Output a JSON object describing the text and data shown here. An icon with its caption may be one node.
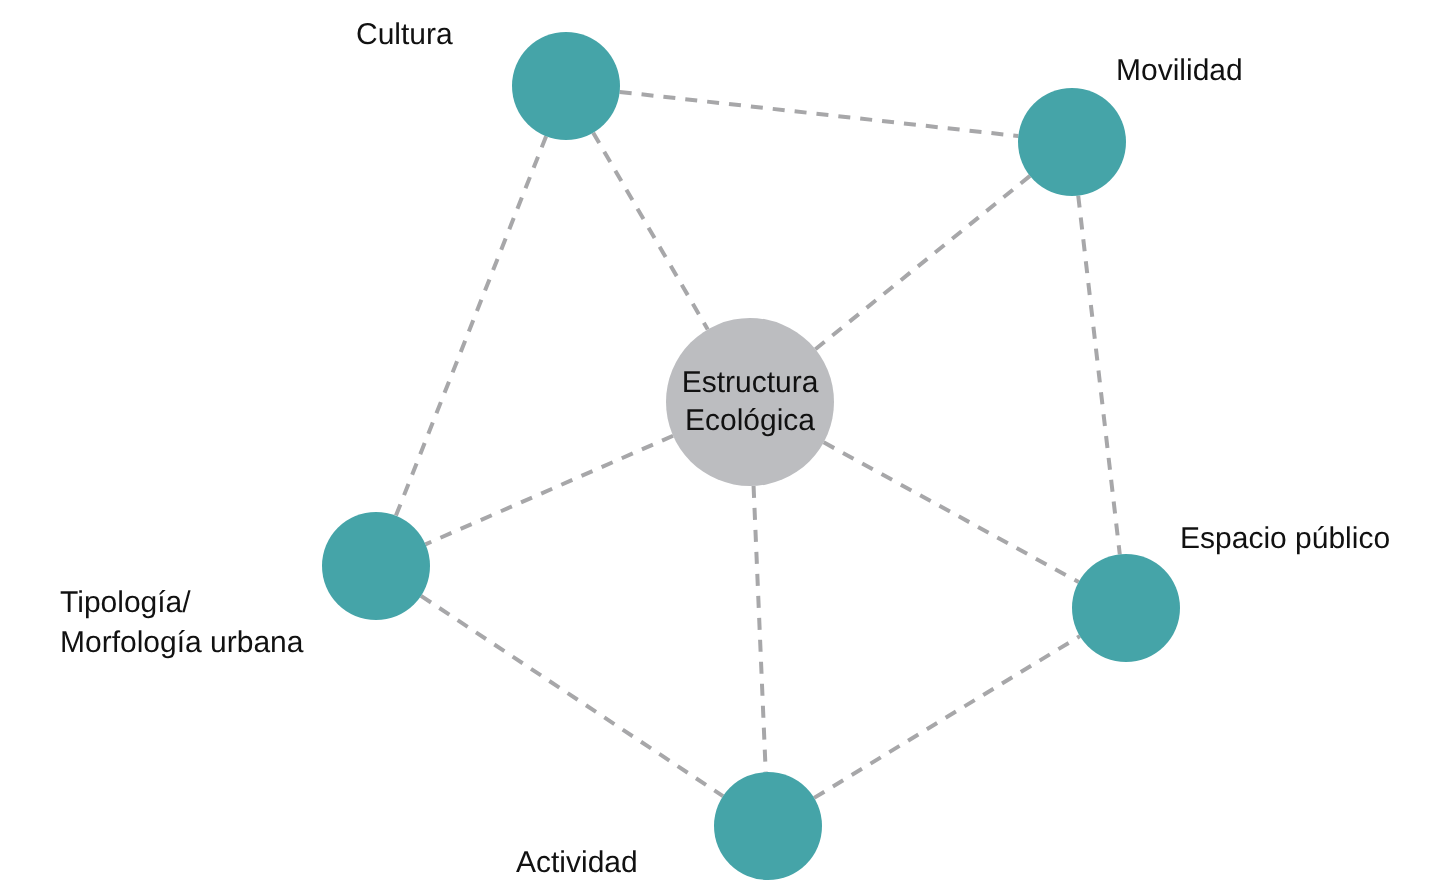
{
  "diagram": {
    "nodes": [
      {
        "text": [
          "Estructura Ecológica"
        ]
      },
      {
        "text": [],
        "shape": "circle",
        "beside": [
          "Cultura"
        ]
      },
      {
        "text": [],
        "shape": "circle",
        "beside": [
          "Movilidad"
        ]
      },
      {
        "text": [],
        "shape": "circle",
        "beside": [
          "Tipología/ Morfología urbana"
        ]
      },
      {
        "text": [],
        "shape": "circle",
        "beside": [
          "Espacio público"
        ]
      },
      {
        "text": [],
        "shape": "circle",
        "beside": [
          "Actividad"
        ]
      }
    ],
    "edges": [
      {
        "from": 1,
        "to": 2,
        "arrow": "none",
        "style": "dashed"
      },
      {
        "from": 1,
        "to": 0,
        "arrow": "none",
        "style": "dashed"
      },
      {
        "from": 1,
        "to": 3,
        "arrow": "none",
        "style": "dashed"
      },
      {
        "from": 2,
        "to": 0,
        "arrow": "none",
        "style": "dashed"
      },
      {
        "from": 2,
        "to": 4,
        "arrow": "none",
        "style": "dashed"
      },
      {
        "from": 0,
        "to": 3,
        "arrow": "none",
        "style": "dashed"
      },
      {
        "from": 0,
        "to": 4,
        "arrow": "none",
        "style": "dashed"
      },
      {
        "from": 0,
        "to": 5,
        "arrow": "none",
        "style": "dashed"
      },
      {
        "from": 3,
        "to": 5,
        "arrow": "none",
        "style": "dashed"
      },
      {
        "from": 5,
        "to": 4,
        "arrow": "none",
        "style": "dashed"
      }
    ]
  }
}
